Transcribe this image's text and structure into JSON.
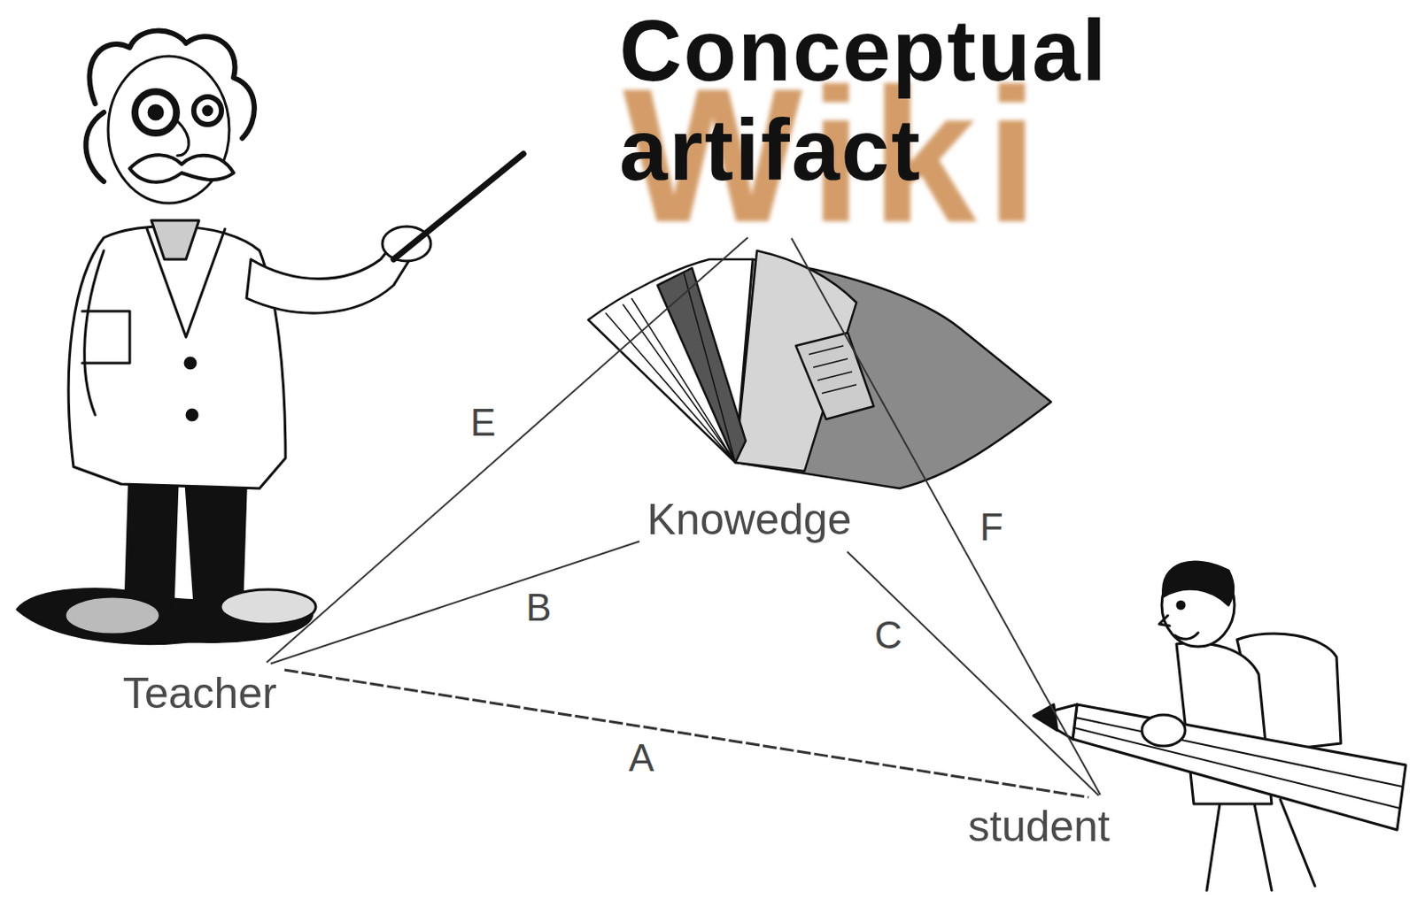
{
  "diagram": {
    "nodes": [
      {
        "text": [
          "Conceptual artifact"
        ]
      },
      {
        "text": [
          "Teacher"
        ]
      },
      {
        "text": [
          "Knowedge"
        ]
      },
      {
        "text": [
          "student"
        ]
      }
    ],
    "edges": [
      {
        "from": 1,
        "to": 3,
        "label": "A",
        "arrow": "none"
      },
      {
        "from": 1,
        "to": 2,
        "label": "B",
        "arrow": "none"
      },
      {
        "from": 2,
        "to": 3,
        "label": "C",
        "arrow": "none"
      },
      {
        "from": 1,
        "to": 0,
        "label": "E",
        "arrow": "none"
      },
      {
        "from": 0,
        "to": 3,
        "label": "F",
        "arrow": "none"
      }
    ],
    "labels": [
      "Wiki"
    ]
  }
}
